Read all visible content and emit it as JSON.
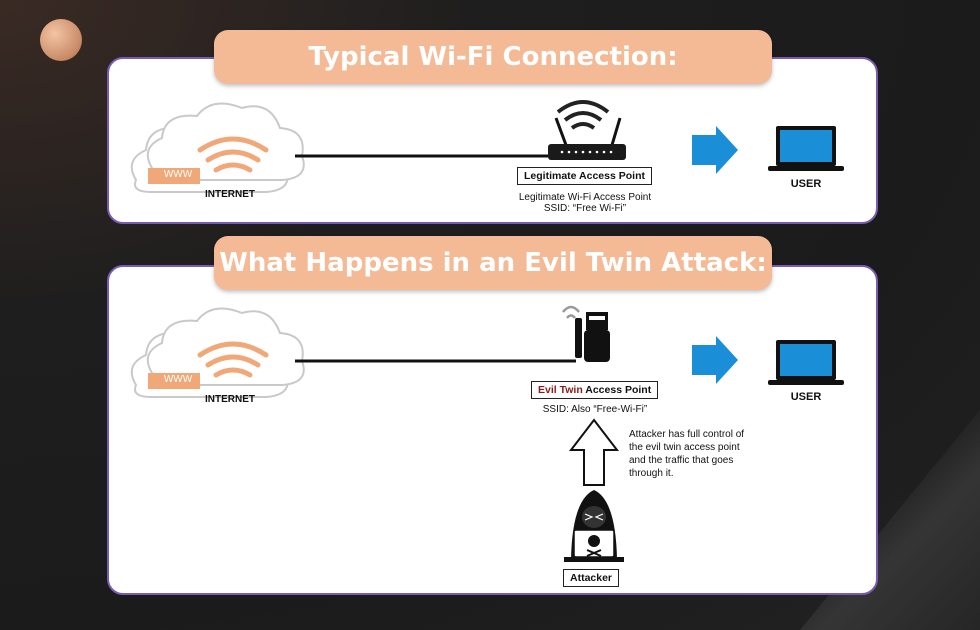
{
  "sections": {
    "typical": {
      "title": "Typical Wi-Fi Connection:",
      "cloud_label": "INTERNET",
      "cloud_badge": "WWW",
      "ap_box": "Legitimate Access Point",
      "ap_caption_line1": "Legitimate Wi-Fi Access Point",
      "ap_caption_line2": "SSID: “Free Wi-Fi”",
      "user_label": "USER"
    },
    "evil": {
      "title": "What Happens in an Evil Twin Attack:",
      "cloud_label": "INTERNET",
      "cloud_badge": "WWW",
      "ap_box_highlight": "Evil Twin",
      "ap_box_rest": " Access Point",
      "ap_caption": "SSID: Also “Free-Wi-Fi”",
      "user_label": "USER",
      "attacker_note": "Attacker has full control of the evil twin access point and the traffic that goes through it.",
      "attacker_label": "Attacker"
    }
  },
  "colors": {
    "banner": "#f4b995",
    "panel_border": "#7a5bb3",
    "arrow_blue": "#1a8fd8",
    "wifi_orange": "#f0a878",
    "evil_red": "#8b1a1a"
  },
  "icons": [
    "cloud-icon",
    "router-icon",
    "usb-wifi-adapter-icon",
    "laptop-icon",
    "hacker-icon",
    "arrow-right-icon",
    "arrow-up-icon"
  ]
}
